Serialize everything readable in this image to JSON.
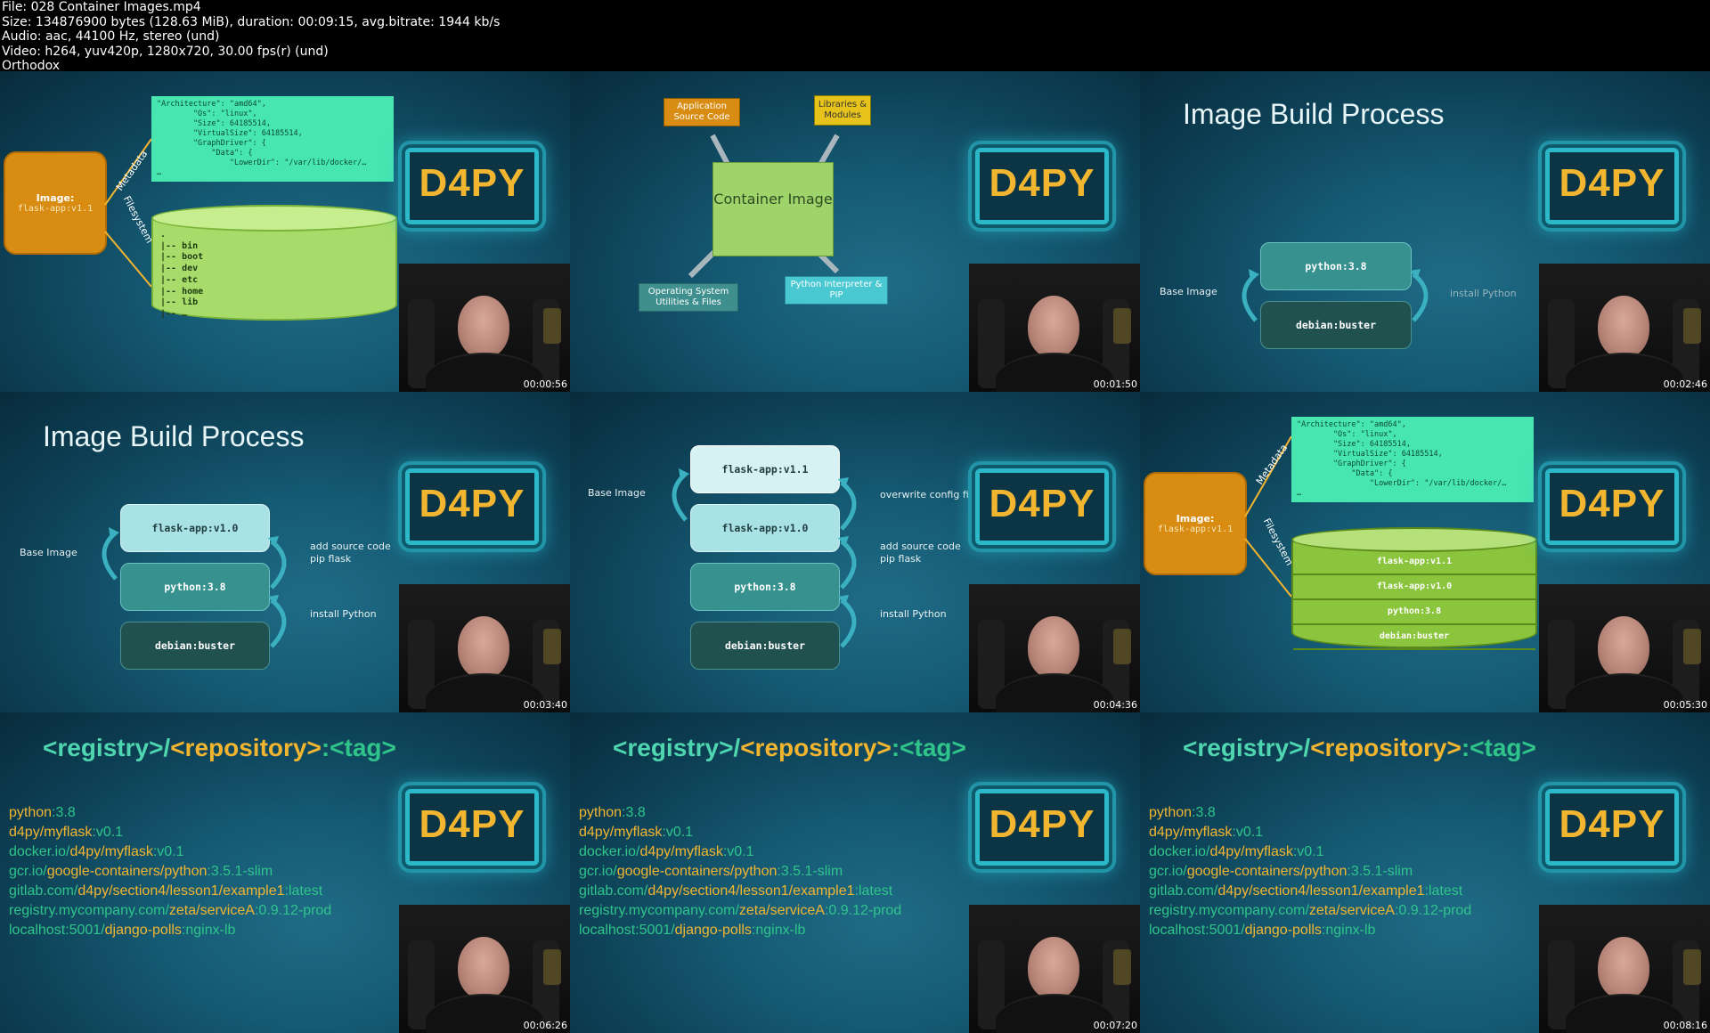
{
  "header": {
    "file": "File: 028 Container Images.mp4",
    "size": "Size: 134876900 bytes (128.63 MiB), duration: 00:09:15, avg.bitrate: 1944 kb/s",
    "audio": "Audio: aac, 44100 Hz, stereo (und)",
    "video": "Video: h264, yuv420p, 1280x720, 30.00 fps(r) (und)",
    "author": "Orthodox"
  },
  "logo": "D4PY",
  "timestamps": [
    "00:00:56",
    "00:01:50",
    "00:02:46",
    "00:03:40",
    "00:04:36",
    "00:05:30",
    "00:06:26",
    "00:07:20",
    "00:08:16"
  ],
  "tile1": {
    "image_label": "Image:",
    "image_tag": "flask-app:v1.1",
    "metadata_label": "Metadata",
    "filesystem_label": "Filesystem",
    "json_lines": [
      "\"Architecture\": \"amd64\",",
      "        \"Os\": \"linux\",",
      "        \"Size\": 64185514,",
      "        \"VirtualSize\": 64185514,",
      "        \"GraphDriver\": {",
      "            \"Data\": {",
      "                \"LowerDir\": \"/var/lib/docker/…",
      "…"
    ],
    "fs_lines": [
      ".",
      "|-- bin",
      "|-- boot",
      "|-- dev",
      "|-- etc",
      "|-- home",
      "|-- lib",
      "|-- …"
    ]
  },
  "tile2": {
    "app_source": "Application Source Code",
    "libraries": "Libraries & Modules",
    "container": "Container Image",
    "os": "Operating System Utilities & Files",
    "python": "Python Interpreter & PIP"
  },
  "tile3": {
    "title": "Image Build Process",
    "top": "python:3.8",
    "bottom": "debian:buster",
    "base_label": "Base Image",
    "install_label": "install Python"
  },
  "tile4": {
    "title": "Image Build Process",
    "boxes": [
      "flask-app:v1.0",
      "python:3.8",
      "debian:buster"
    ],
    "base_label": "Base Image",
    "add_label": "add source code",
    "pip_label": "pip flask",
    "install_label": "install Python"
  },
  "tile5": {
    "boxes": [
      "flask-app:v1.1",
      "flask-app:v1.0",
      "python:3.8",
      "debian:buster"
    ],
    "base_label": "Base Image",
    "overwrite_label": "overwrite config files",
    "add_label": "add source code",
    "pip_label": "pip flask",
    "install_label": "install Python"
  },
  "tile6": {
    "image_label": "Image:",
    "image_tag": "flask-app:v1.1",
    "metadata_label": "Metadata",
    "filesystem_label": "Filesystem",
    "layers": [
      "flask-app:v1.1",
      "flask-app:v1.0",
      "python:3.8",
      "debian:buster"
    ]
  },
  "registry": {
    "title_registry": "<registry>",
    "title_slash": "/",
    "title_repository": "<repository>",
    "title_tag": ":<tag>",
    "rows": [
      {
        "name": "python",
        "tag": ":3.8"
      },
      {
        "name": "d4py/myflask",
        "tag": ":v0.1"
      },
      {
        "reg": "docker.io/",
        "name": "d4py/myflask",
        "tag": ":v0.1"
      },
      {
        "reg": "gcr.io/",
        "name": "google-containers/python",
        "tag": ":3.5.1-slim"
      },
      {
        "reg": "gitlab.com/",
        "name": "d4py/section4/lesson1/example1",
        "tag": ":latest"
      },
      {
        "reg": "registry.mycompany.com/",
        "name": "zeta/serviceA",
        "tag": ":0.9.12-prod"
      },
      {
        "reg": "localhost:5001/",
        "name": "django-polls",
        "tag": ":nginx-lb"
      }
    ]
  }
}
